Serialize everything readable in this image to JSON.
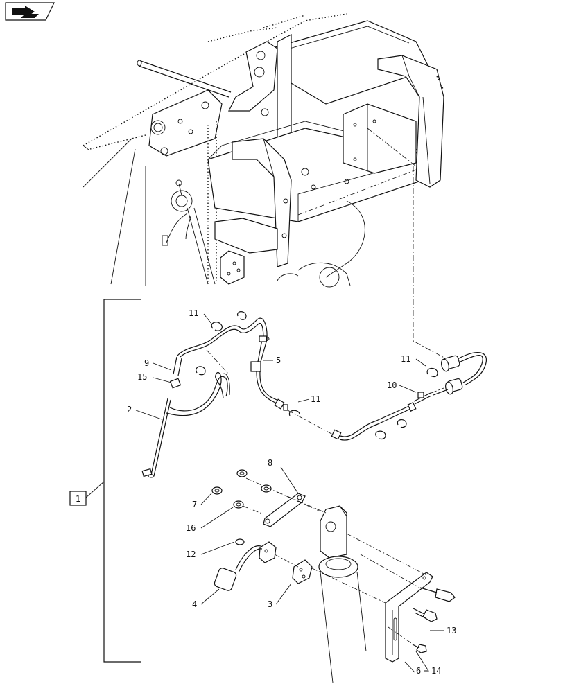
{
  "navigation": {
    "icon": "back-arrow-icon"
  },
  "assembly_label": "1",
  "callouts": {
    "c2": "2",
    "c3": "3",
    "c4": "4",
    "c5": "5",
    "c6": "6",
    "c7": "7",
    "c8": "8",
    "c9": "9",
    "c10": "10",
    "c11a": "11",
    "c11b": "11",
    "c11c": "11",
    "c12": "12",
    "c13": "13",
    "c14": "14",
    "c15": "15",
    "c16": "16"
  },
  "colors": {
    "line": "#111111",
    "background": "#ffffff"
  }
}
